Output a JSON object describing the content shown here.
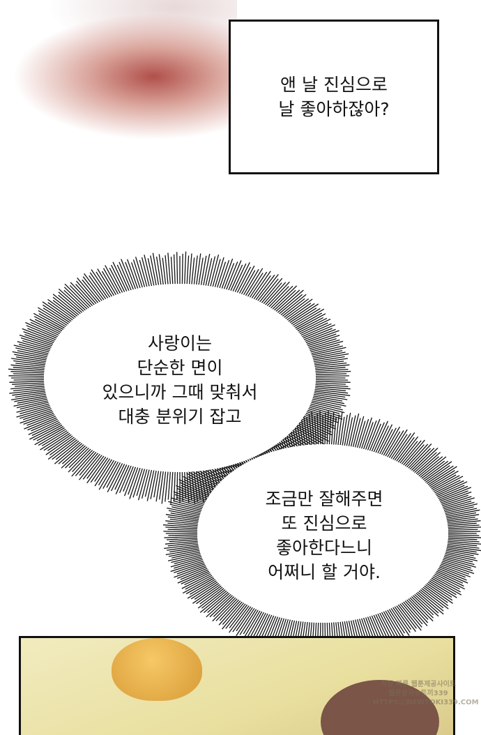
{
  "narration_box": {
    "text": "앤 날 진심으로\n날 좋아하잖아?"
  },
  "bubble_1": {
    "text": "사랑이는\n단순한 면이\n있으니까 그때 맞춰서\n대충 분위기 잡고"
  },
  "bubble_2": {
    "text": "조금만 잘해주면\n또 진심으로\n좋아한다느니\n어쩌니 할 거야."
  },
  "watermark": {
    "line1": "가장 빠른 웹툰제공사이트",
    "line2": "웹툰왕국뉴토끼339",
    "line3": "HTTPS://NEWTOKI339.COM"
  }
}
